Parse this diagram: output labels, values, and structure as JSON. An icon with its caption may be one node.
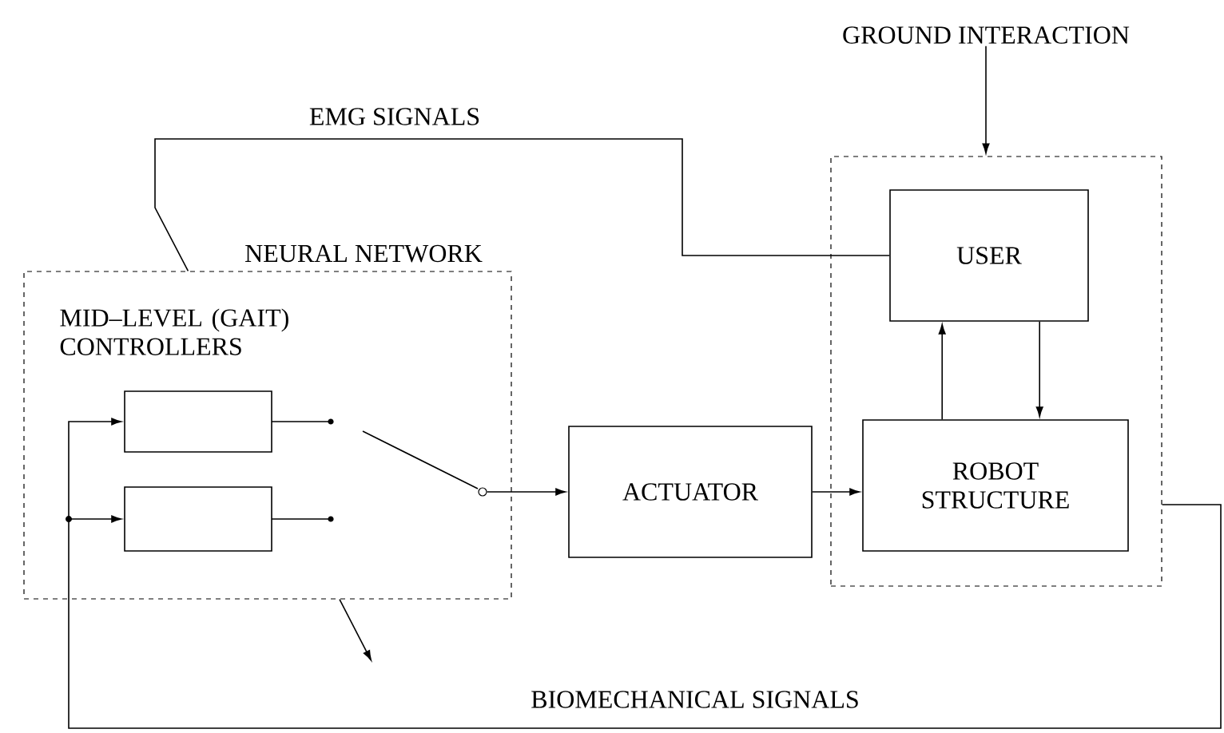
{
  "diagram": {
    "nodes": [
      {
        "text": [
          "NEURAL NETWORK",
          "MID–LEVEL (GAIT) CONTROLLERS"
        ]
      },
      {
        "text": [],
        "shape": "box",
        "in": 0
      },
      {
        "text": [],
        "shape": "box",
        "in": 0
      },
      {
        "text": [],
        "shape": "circle",
        "in": 0
      },
      {
        "text": [
          "ACTUATOR"
        ]
      },
      {
        "text": [],
        "shape": "box"
      },
      {
        "text": [
          "USER"
        ],
        "in": 5
      },
      {
        "text": [
          "ROBOT STRUCTURE"
        ],
        "in": 5
      },
      {
        "text": [
          "GROUND INTERACTION"
        ]
      }
    ],
    "edges": [
      {
        "from": 8,
        "to": 5,
        "arrow": "to"
      },
      {
        "from": 6,
        "to": 0,
        "arrow": "none",
        "label": "EMG SIGNALS"
      },
      {
        "from": 3,
        "to": 4,
        "arrow": "to"
      },
      {
        "from": 4,
        "to": 7,
        "arrow": "to"
      },
      {
        "from": 7,
        "to": 6,
        "arrow": "to"
      },
      {
        "from": 6,
        "to": 7,
        "arrow": "to"
      },
      {
        "from": 5,
        "to": 1,
        "arrow": "to",
        "label": "BIOMECHANICAL SIGNALS"
      },
      {
        "from": 5,
        "to": 2,
        "arrow": "to"
      },
      {
        "from": 0,
        "to": null,
        "arrow": "to"
      }
    ]
  }
}
